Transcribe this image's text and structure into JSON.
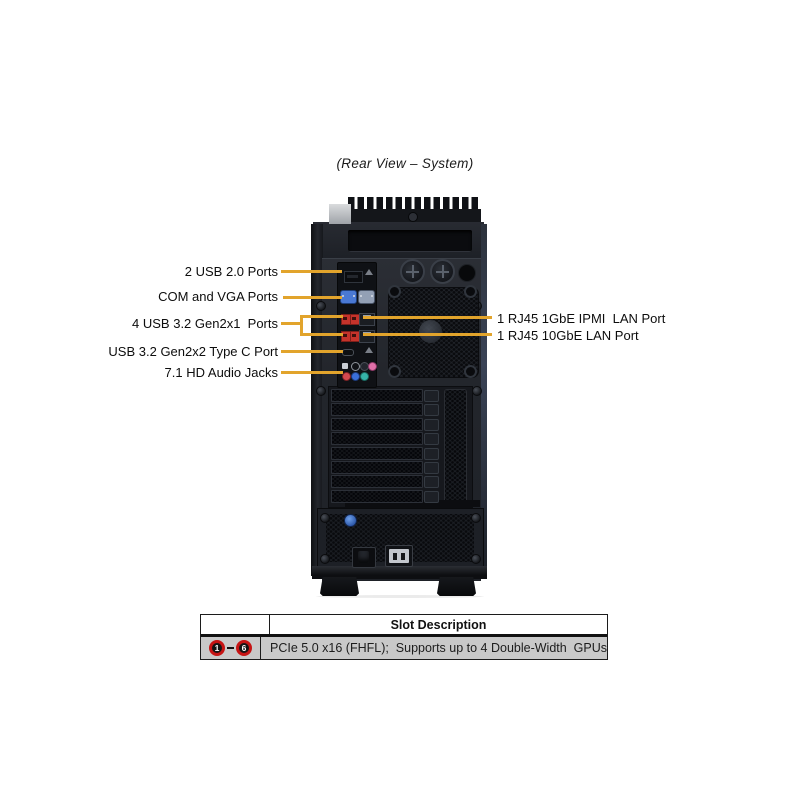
{
  "title": "(Rear View – System)",
  "diagram": {
    "line_color": "#E2A42C",
    "left_callouts": [
      {
        "label": "2 USB 2.0 Ports"
      },
      {
        "label": "COM and VGA Ports"
      },
      {
        "label": "4 USB 3.2 Gen2x1  Ports"
      },
      {
        "label": "USB 3.2 Gen2x2 Type C Port"
      },
      {
        "label": "7.1 HD Audio Jacks"
      }
    ],
    "right_callouts": [
      {
        "label": "1 RJ45 1GbE IPMI  LAN Port"
      },
      {
        "label": "1 RJ45 10GbE LAN Port"
      }
    ]
  },
  "table": {
    "header": "Slot Description",
    "row": {
      "badge_start": "1",
      "badge_end": "6",
      "description": "PCIe 5.0 x16 (FHFL);  Supports up to 4 Double-Width  GPUs"
    },
    "row_bg": "#C9C9C9",
    "badge_ring_color": "#C61414"
  }
}
